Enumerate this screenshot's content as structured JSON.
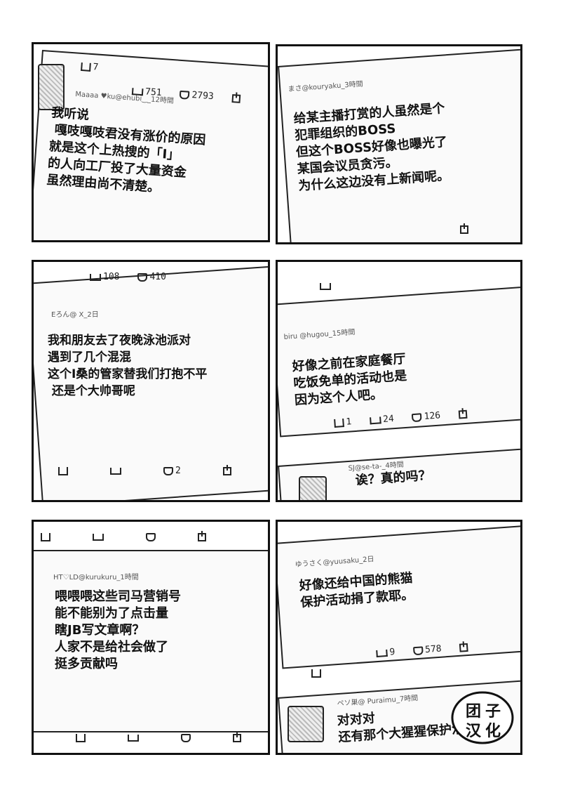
{
  "panels": [
    {
      "top_stats": {
        "reply": "7",
        "retweet": "751",
        "like": "2793"
      },
      "meta": "Maaaa ♥ku@ehubi‿_12時間",
      "text": "我听说\n 嘎吱嘎吱君没有涨价的原因\n就是这个上热搜的「I」\n的人向工厂投了大量资金\n虽然理由尚不清楚。"
    },
    {
      "meta": "まさ@kouryaku_3時間",
      "text": "给某主播打赏的人虽然是个\n犯罪组织的BOSS\n但这个BOSS好像也曝光了\n某国会议员贪污。\n为什么这边没有上新闻呢。"
    },
    {
      "top_stats": {
        "retweet": "108",
        "like": "410"
      },
      "meta": "Eろん@  X_2日",
      "text": "我和朋友去了夜晚泳池派对\n遇到了几个混混\n这个I桑的管家替我们打抱不平\n 还是个大帅哥呢",
      "bottom_stats": {
        "like": "2"
      }
    },
    {
      "meta": "biru @hugou_15時間",
      "text": "好像之前在家庭餐厅\n吃饭免单的活动也是\n因为这个人吧。",
      "stats": {
        "like": "126",
        "retweet": "24",
        "reply": "1"
      },
      "reply_meta": "SJ@se-ta-_4時間",
      "reply_text": "诶？真的吗？"
    },
    {
      "meta": "HT♡LD@kurukuru_1時間",
      "text": "喂喂喂这些司马营销号\n能不能别为了点击量\n瞎JB写文章啊？\n人家不是给社会做了\n挺多贡献吗"
    },
    {
      "meta": "ゆうさく@yuusaku_2日",
      "text": "好像还给中国的熊猫\n保护活动捐了款耶。",
      "stats": {
        "retweet": "9",
        "like": "578"
      },
      "reply_meta": "ペソ巣@  Puraimu_7時間",
      "reply_text": "对对对\n还有那个大猩猩保护活动"
    }
  ],
  "logo": {
    "chars": [
      "团",
      "子",
      "汉",
      "化"
    ]
  }
}
